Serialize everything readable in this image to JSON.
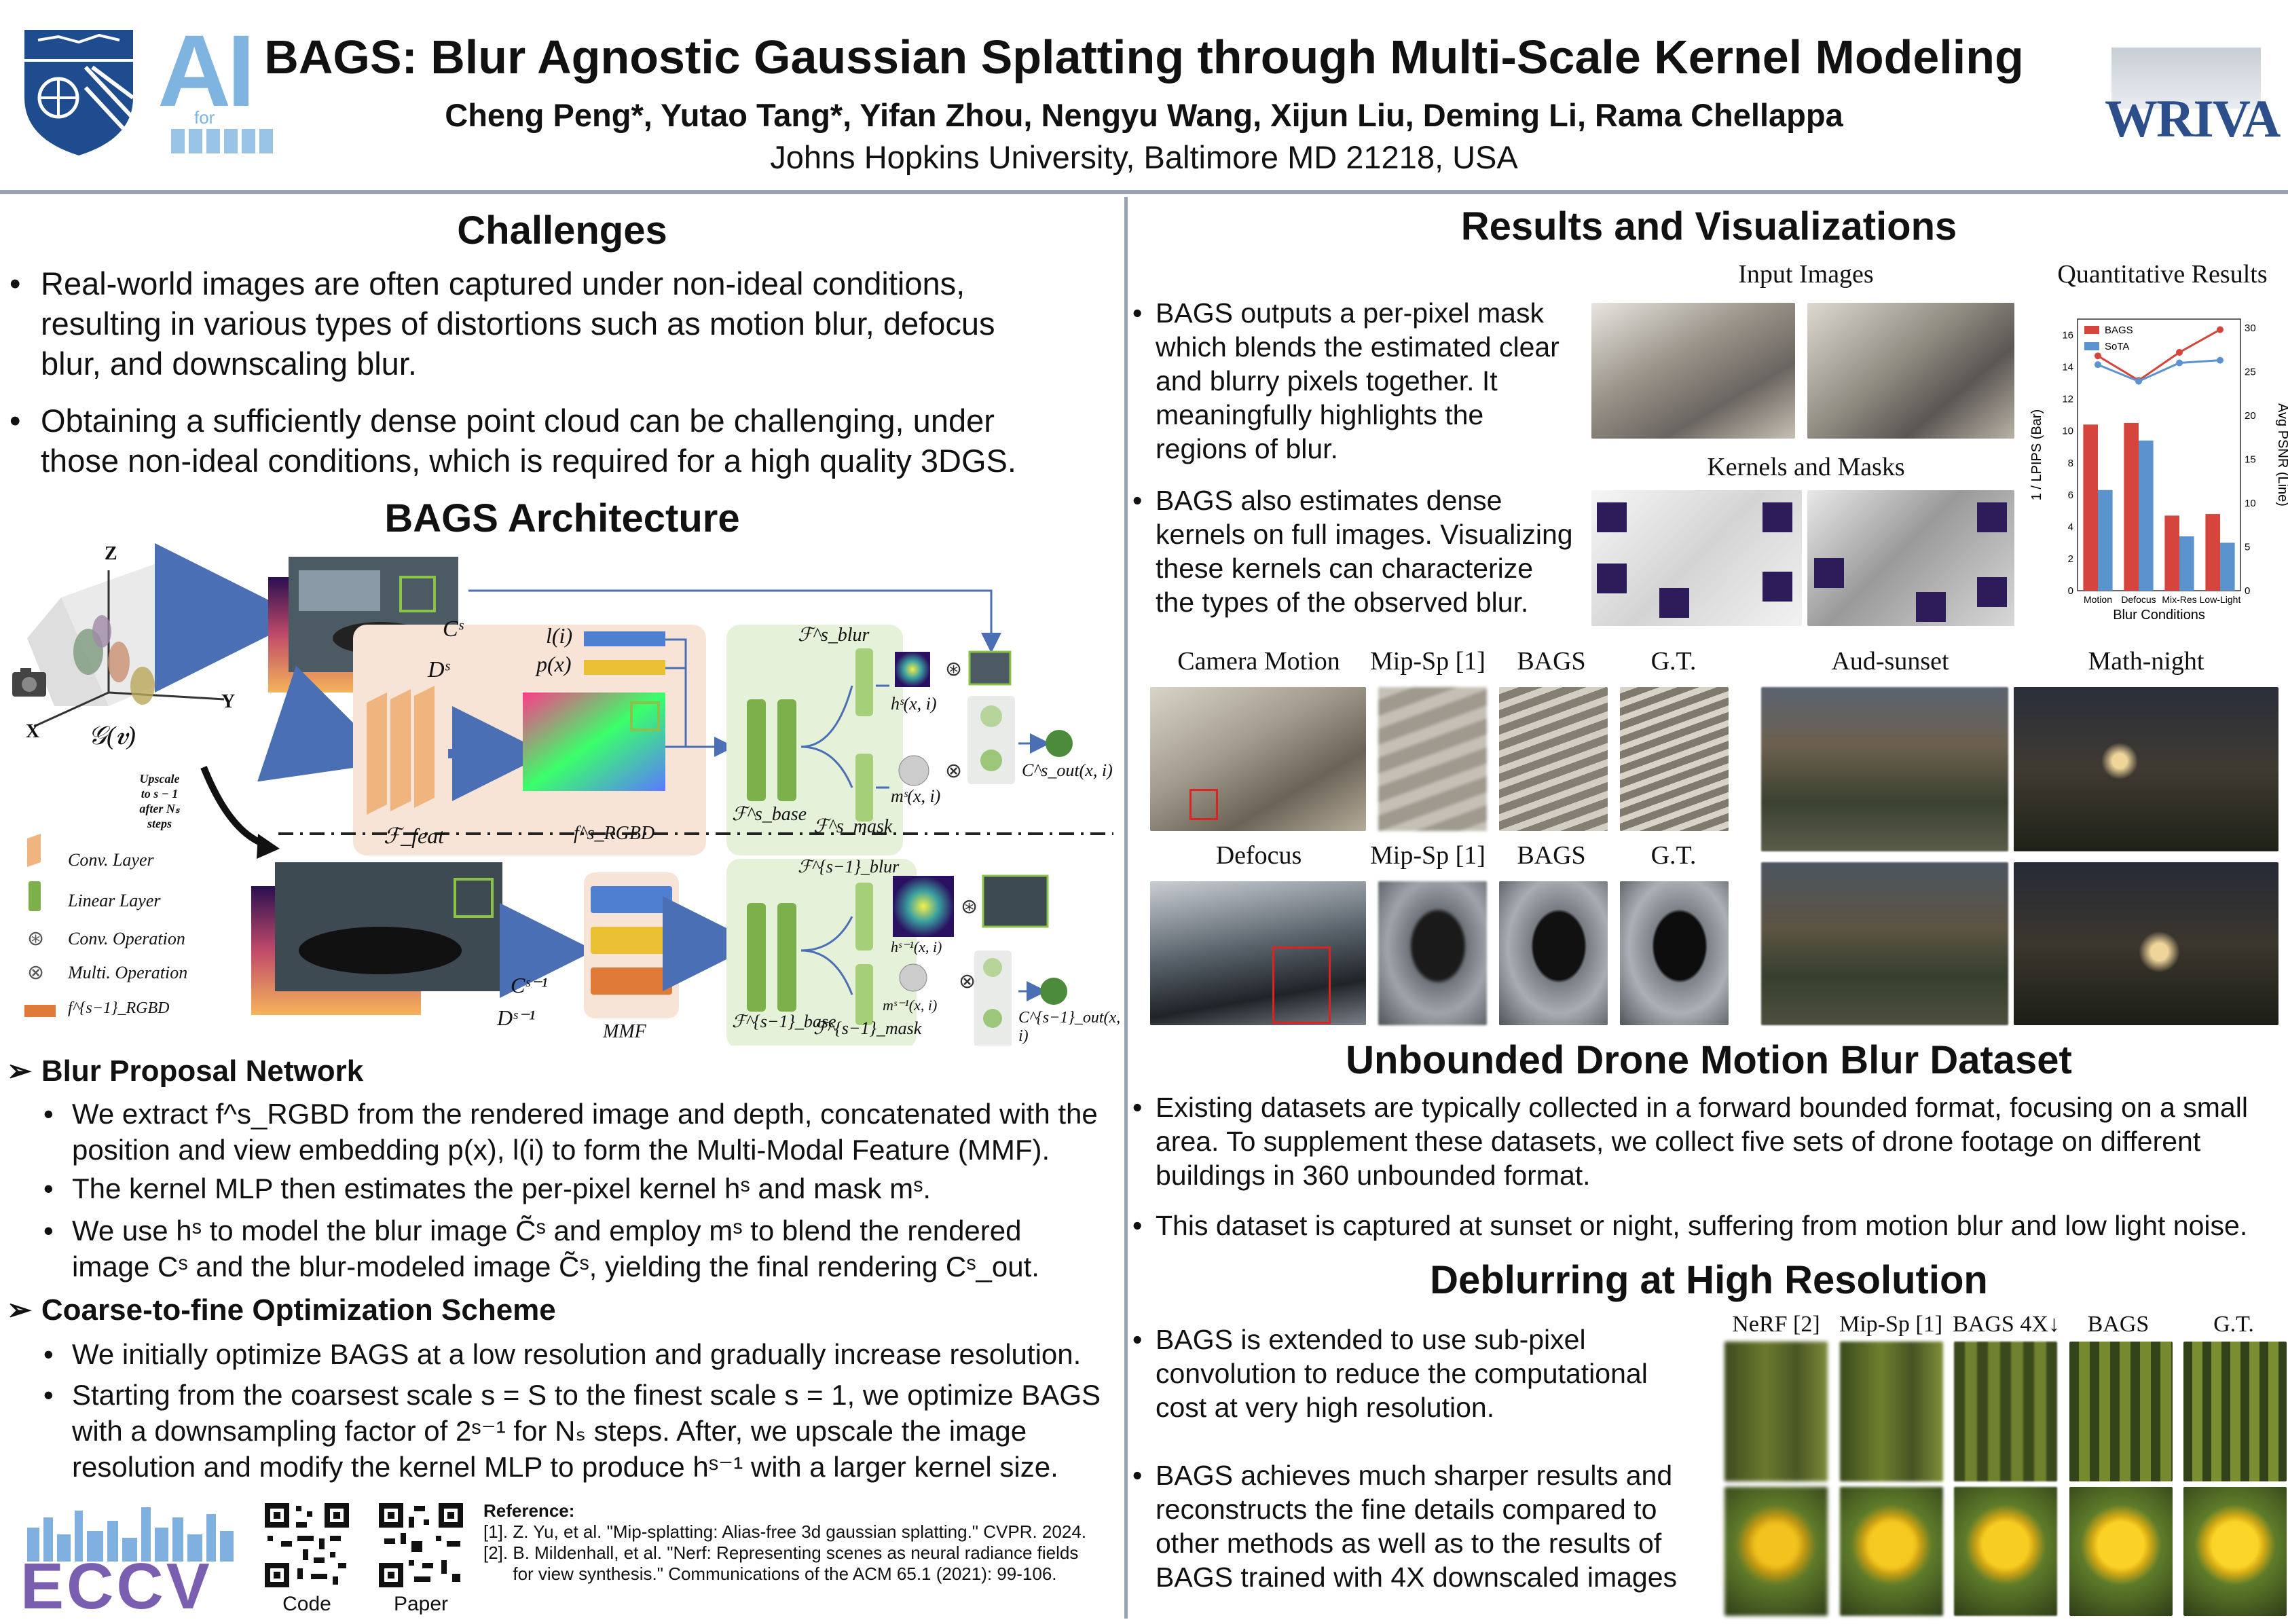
{
  "header": {
    "title": "BAGS: Blur Agnostic Gaussian Splatting through Multi-Scale Kernel Modeling",
    "authors": "Cheng Peng*, Yutao Tang*, Yifan Zhou, Nengyu Wang, Xijun Liu, Deming Li, Rama Chellappa",
    "affiliation": "Johns Hopkins University, Baltimore MD 21218, USA",
    "logo_ai_text": "AI",
    "logo_ai_for": "for",
    "logo_wriva": "WRIVA"
  },
  "challenges": {
    "title": "Challenges",
    "bullets": [
      [
        "Real-world images are often captured under non-ideal conditions,",
        "resulting in various types of distortions such as motion blur, defocus",
        "blur, and downscaling blur."
      ],
      [
        "Obtaining a sufficiently dense point cloud can be challenging, under",
        "those non-ideal conditions, which is required for a high quality 3DGS."
      ]
    ]
  },
  "architecture": {
    "title": "BAGS Architecture",
    "axis_z": "Z",
    "axis_x": "X",
    "axis_y": "Y",
    "gv": "𝒢(𝒗)",
    "upscale": [
      "Upscale",
      "to s − 1",
      "after Nₛ steps"
    ],
    "cs": "Cˢ",
    "ds": "Dˢ",
    "cs1": "Cˢ⁻¹",
    "ds1": "Dˢ⁻¹",
    "li": "l(i)",
    "px": "p(x)",
    "ffeat": "ℱ_feat",
    "frgbd": "f^s_RGBD",
    "fblur": "ℱ^s_blur",
    "fbase": "ℱ^s_base",
    "fmask": "ℱ^s_mask",
    "hs": "hˢ(x, i)",
    "ms": "mˢ(x, i)",
    "cout": "C^s_out(x, i)",
    "fblur1": "ℱ^{s−1}_blur",
    "fbase1": "ℱ^{s−1}_base",
    "fmask1": "ℱ^{s−1}_mask",
    "hs1": "hˢ⁻¹(x, i)",
    "ms1": "mˢ⁻¹(x, i)",
    "cout1": "C^{s−1}_out(x, i)",
    "mmf": "MMF",
    "legend": [
      "Conv. Layer",
      "Linear Layer",
      "Conv. Operation",
      "Multi. Operation",
      "f^{s−1}_RGBD"
    ]
  },
  "bpn": {
    "title": "Blur Proposal Network",
    "bullets": [
      [
        "We extract f^s_RGBD from the rendered image and depth, concatenated with the",
        "position and view embedding p(x), l(i) to form the Multi-Modal Feature (MMF)."
      ],
      [
        "The kernel MLP then estimates the per-pixel kernel hˢ and mask mˢ."
      ],
      [
        "We use hˢ to model the blur image C̃ˢ and employ mˢ to blend the rendered",
        "image Cˢ and the blur-modeled image C̃ˢ, yielding the final rendering Cˢ_out."
      ]
    ]
  },
  "c2f": {
    "title": "Coarse-to-fine Optimization Scheme",
    "bullets": [
      [
        "We initially optimize BAGS at a low resolution and gradually increase resolution."
      ],
      [
        "Starting from the coarsest scale s = S to the finest scale s = 1, we optimize BAGS",
        "with a downsampling factor of 2ˢ⁻¹ for Nₛ steps. After, we upscale the image",
        "resolution and modify the kernel MLP to produce hˢ⁻¹ with a larger kernel size."
      ]
    ]
  },
  "footer": {
    "eccv": "ECCV",
    "code": "Code",
    "paper": "Paper",
    "ref_title": "Reference:",
    "refs": [
      "[1]. Z. Yu, et al. \"Mip-splatting: Alias-free 3d gaussian splatting.\" CVPR. 2024.",
      "[2]. B. Mildenhall, et al. \"Nerf: Representing scenes as neural radiance fields",
      "      for view synthesis.\" Communications of the ACM 65.1 (2021): 99-106."
    ]
  },
  "results": {
    "title": "Results and Visualizations",
    "input_images": "Input Images",
    "kernels_masks": "Kernels and Masks",
    "quant": "Quantitative Results",
    "bullets": [
      [
        "BAGS outputs a per-pixel mask",
        "which blends the estimated clear",
        "and blurry pixels together. It",
        "meaningfully highlights the",
        "regions of blur."
      ],
      [
        "BAGS also estimates dense",
        "kernels on full images. Visualizing",
        "these kernels can characterize",
        "the types of the observed blur."
      ]
    ],
    "labels_row1": [
      "Camera Motion",
      "Mip-Sp [1]",
      "BAGS",
      "G.T.",
      "Aud-sunset",
      "Math-night"
    ],
    "labels_row2": [
      "Defocus",
      "Mip-Sp [1]",
      "BAGS",
      "G.T."
    ]
  },
  "chart_data": {
    "type": "bar",
    "categories": [
      "Motion",
      "Defocus",
      "Mix-Res",
      "Low-Light"
    ],
    "series": [
      {
        "name": "BAGS",
        "values": [
          10.4,
          10.5,
          4.7,
          4.8
        ],
        "color": "#d6453d"
      },
      {
        "name": "SoTA",
        "values": [
          6.3,
          9.4,
          3.4,
          3.0
        ],
        "color": "#5b93cf"
      }
    ],
    "line_series": [
      {
        "name": "BAGS",
        "values": [
          26.8,
          24.0,
          27.2,
          29.8
        ],
        "color": "#d6453d"
      },
      {
        "name": "SoTA",
        "values": [
          25.8,
          23.9,
          26.0,
          26.3
        ],
        "color": "#5b93cf"
      }
    ],
    "xlabel": "Blur Conditions",
    "ylabel": "1 / LPIPS (Bar)",
    "y2label": "Avg PSNR (Line)",
    "ylim": [
      0,
      17
    ],
    "y2lim": [
      0,
      31
    ],
    "yticks": [
      0,
      2,
      4,
      6,
      8,
      10,
      12,
      14,
      16
    ],
    "y2ticks": [
      0,
      5,
      10,
      15,
      20,
      25,
      30
    ],
    "legend": "top-left"
  },
  "drone": {
    "title": "Unbounded Drone Motion Blur Dataset",
    "bullets": [
      [
        "Existing datasets are typically collected in a forward bounded format, focusing on a small",
        "area. To supplement these datasets, we collect five sets of drone footage on different",
        "buildings in 360 unbounded format."
      ],
      [
        "This dataset is captured at sunset or night, suffering from motion blur and low light noise."
      ]
    ]
  },
  "hires": {
    "title": "Deblurring at High Resolution",
    "bullets": [
      [
        "BAGS is extended to use sub-pixel",
        "convolution to reduce the computational",
        "cost at very high resolution."
      ],
      [
        "BAGS achieves much sharper results and",
        "reconstructs the fine details compared to",
        "other methods as well as to the results of",
        "BAGS trained with 4X downscaled images"
      ]
    ],
    "labels": [
      "NeRF [2]",
      "Mip-Sp [1]",
      "BAGS 4X↓",
      "BAGS",
      "G.T."
    ]
  },
  "colors": {
    "rule": "#9aa3ad",
    "arrow": "#4a6fb5",
    "green_box": "#e5f2d9",
    "peach_box": "#f8e4d6",
    "green_layer": "#7bb04a",
    "peach_layer": "#f0b47e",
    "blue_bar": "#4f7fd1",
    "yellow_bar": "#e9c132",
    "orange_bar": "#e07a38",
    "jhu_blue": "#1f4c8f",
    "ai_blue": "#7fb4e0",
    "eccv_purple": "#7a5fb0"
  }
}
